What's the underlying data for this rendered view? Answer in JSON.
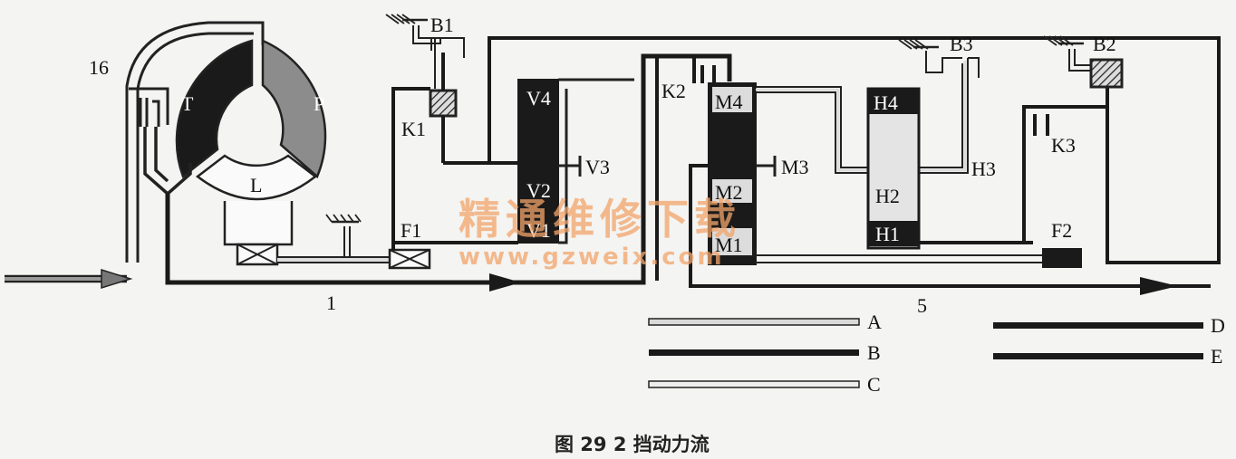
{
  "labels": {
    "t": "T",
    "p": "P",
    "l": "L",
    "n16": "16",
    "n1": "1",
    "n5": "5",
    "b1": "B1",
    "b2": "B2",
    "b3": "B3",
    "k1": "K1",
    "k2": "K2",
    "k3": "K3",
    "f1": "F1",
    "f2": "F2",
    "v1": "V1",
    "v2": "V2",
    "v3": "V3",
    "v4": "V4",
    "m1": "M1",
    "m2": "M2",
    "m3": "M3",
    "m4": "M4",
    "h1": "H1",
    "h2": "H2",
    "h3": "H3",
    "h4": "H4"
  },
  "legend": [
    {
      "key": "A",
      "style": "hollow"
    },
    {
      "key": "B",
      "style": "solid"
    },
    {
      "key": "C",
      "style": "hollow"
    },
    {
      "key": "D",
      "style": "solid"
    },
    {
      "key": "E",
      "style": "solid"
    }
  ],
  "watermark": {
    "line1": "精通维修下载",
    "line2": "www.gzweix.com"
  },
  "caption": "图 29   2 挡动力流",
  "colors": {
    "solid": "#1a1a1a",
    "hollow_fill": "#d9d9d9",
    "gray": "#8c8c8c",
    "light": "#e4e4e4"
  }
}
